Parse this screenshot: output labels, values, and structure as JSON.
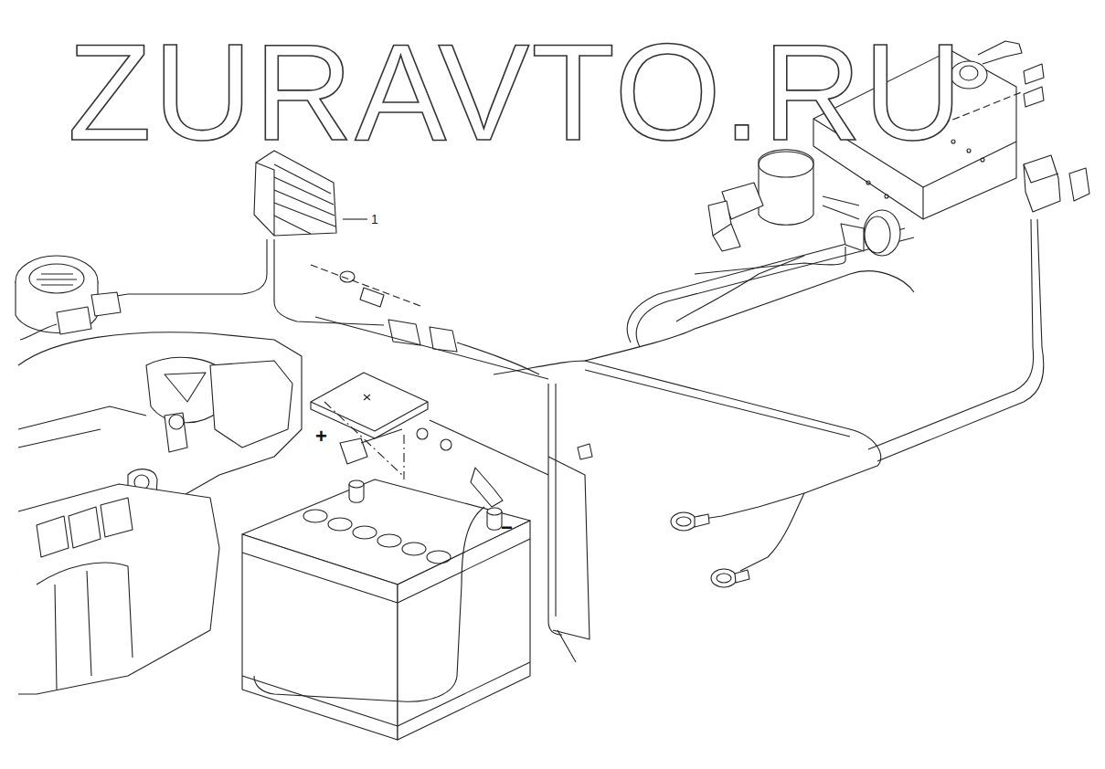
{
  "diagram": {
    "labels": [
      "ZURAVTO.RU",
      "1",
      "+",
      "−"
    ]
  }
}
